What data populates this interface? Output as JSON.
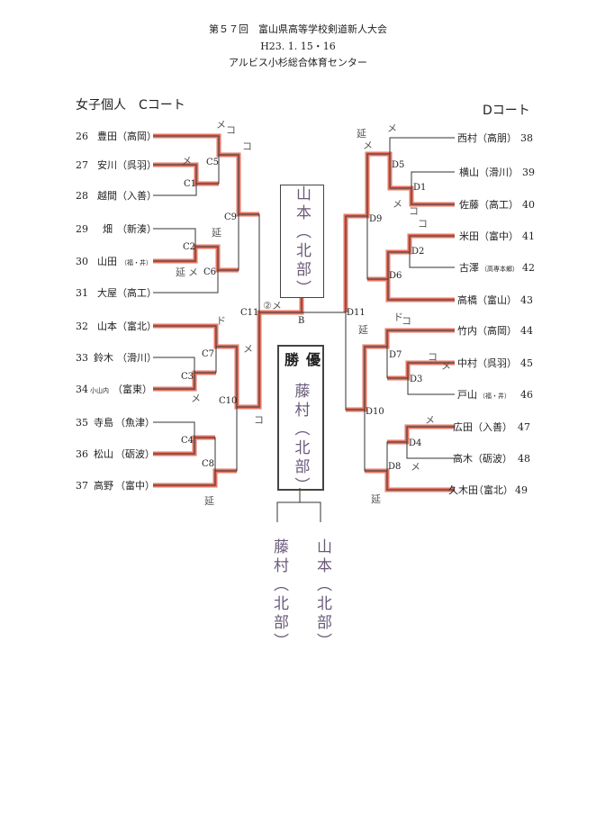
{
  "header": {
    "title": "第５７回　富山県高等学校剣道新人大会",
    "date": "H23. 1. 15・16",
    "venue": "アルビス小杉総合体育センター"
  },
  "left_court": {
    "title": "女子個人　Cコート",
    "entries": [
      {
        "no": "26",
        "name": "豊田",
        "school": "（高岡）"
      },
      {
        "no": "27",
        "name": "安川",
        "school": "（呉羽）"
      },
      {
        "no": "28",
        "name": "越間",
        "school": "（入善）"
      },
      {
        "no": "29",
        "name": "畑",
        "school": "（新湊）"
      },
      {
        "no": "30",
        "name": "山田",
        "school": "（福・井）"
      },
      {
        "no": "31",
        "name": "大屋",
        "school": "（高工）"
      },
      {
        "no": "32",
        "name": "山本",
        "school": "（富北）"
      },
      {
        "no": "33",
        "name": "鈴木",
        "school": "（滑川）"
      },
      {
        "no": "34",
        "name": "小山内",
        "school": "（富東）"
      },
      {
        "no": "35",
        "name": "寺島",
        "school": "（魚津）"
      },
      {
        "no": "36",
        "name": "松山",
        "school": "（砺波）"
      },
      {
        "no": "37",
        "name": "高野",
        "school": "（富中）"
      }
    ],
    "matches": [
      "C1",
      "C2",
      "C3",
      "C4",
      "C5",
      "C6",
      "C7",
      "C8",
      "C9",
      "C10",
      "C11"
    ]
  },
  "right_court": {
    "title": "Dコート",
    "entries": [
      {
        "no": "38",
        "name": "西村",
        "school": "（高朋）"
      },
      {
        "no": "39",
        "name": "横山",
        "school": "（滑川）"
      },
      {
        "no": "40",
        "name": "佐藤",
        "school": "（高工）"
      },
      {
        "no": "41",
        "name": "米田",
        "school": "（富中）"
      },
      {
        "no": "42",
        "name": "古澤",
        "school": "（高専本郷）"
      },
      {
        "no": "43",
        "name": "高橋",
        "school": "（富山）"
      },
      {
        "no": "44",
        "name": "竹内",
        "school": "（高岡）"
      },
      {
        "no": "45",
        "name": "中村",
        "school": "（呉羽）"
      },
      {
        "no": "46",
        "name": "戸山",
        "school": "（福・井）"
      },
      {
        "no": "47",
        "name": "広田",
        "school": "（入善）"
      },
      {
        "no": "48",
        "name": "高木",
        "school": "（砺波）"
      },
      {
        "no": "49",
        "name": "久木田",
        "school": "（富北）"
      }
    ],
    "matches": [
      "D1",
      "D2",
      "D3",
      "D4",
      "D5",
      "D6",
      "D7",
      "D8",
      "D9",
      "D10",
      "D11"
    ]
  },
  "final": {
    "label": "B",
    "runner_up": "山本（北部）",
    "champion_label": "優勝",
    "champion": "藤村（北部）",
    "qualifiers": [
      "藤村（北部）",
      "山本（北部）"
    ]
  },
  "annotations": [
    "メ",
    "コ",
    "コ",
    "メ",
    "延",
    "延",
    "メ",
    "ド",
    "メ",
    "メ",
    "延",
    "②メ",
    "コ",
    "メ",
    "延",
    "メ",
    "メ",
    "コ",
    "延",
    "コ",
    "メ",
    "コ",
    "メ",
    "メ",
    "延",
    "ド",
    "コ"
  ],
  "colors": {
    "highlight": "#e2553d",
    "line": "#333333"
  }
}
